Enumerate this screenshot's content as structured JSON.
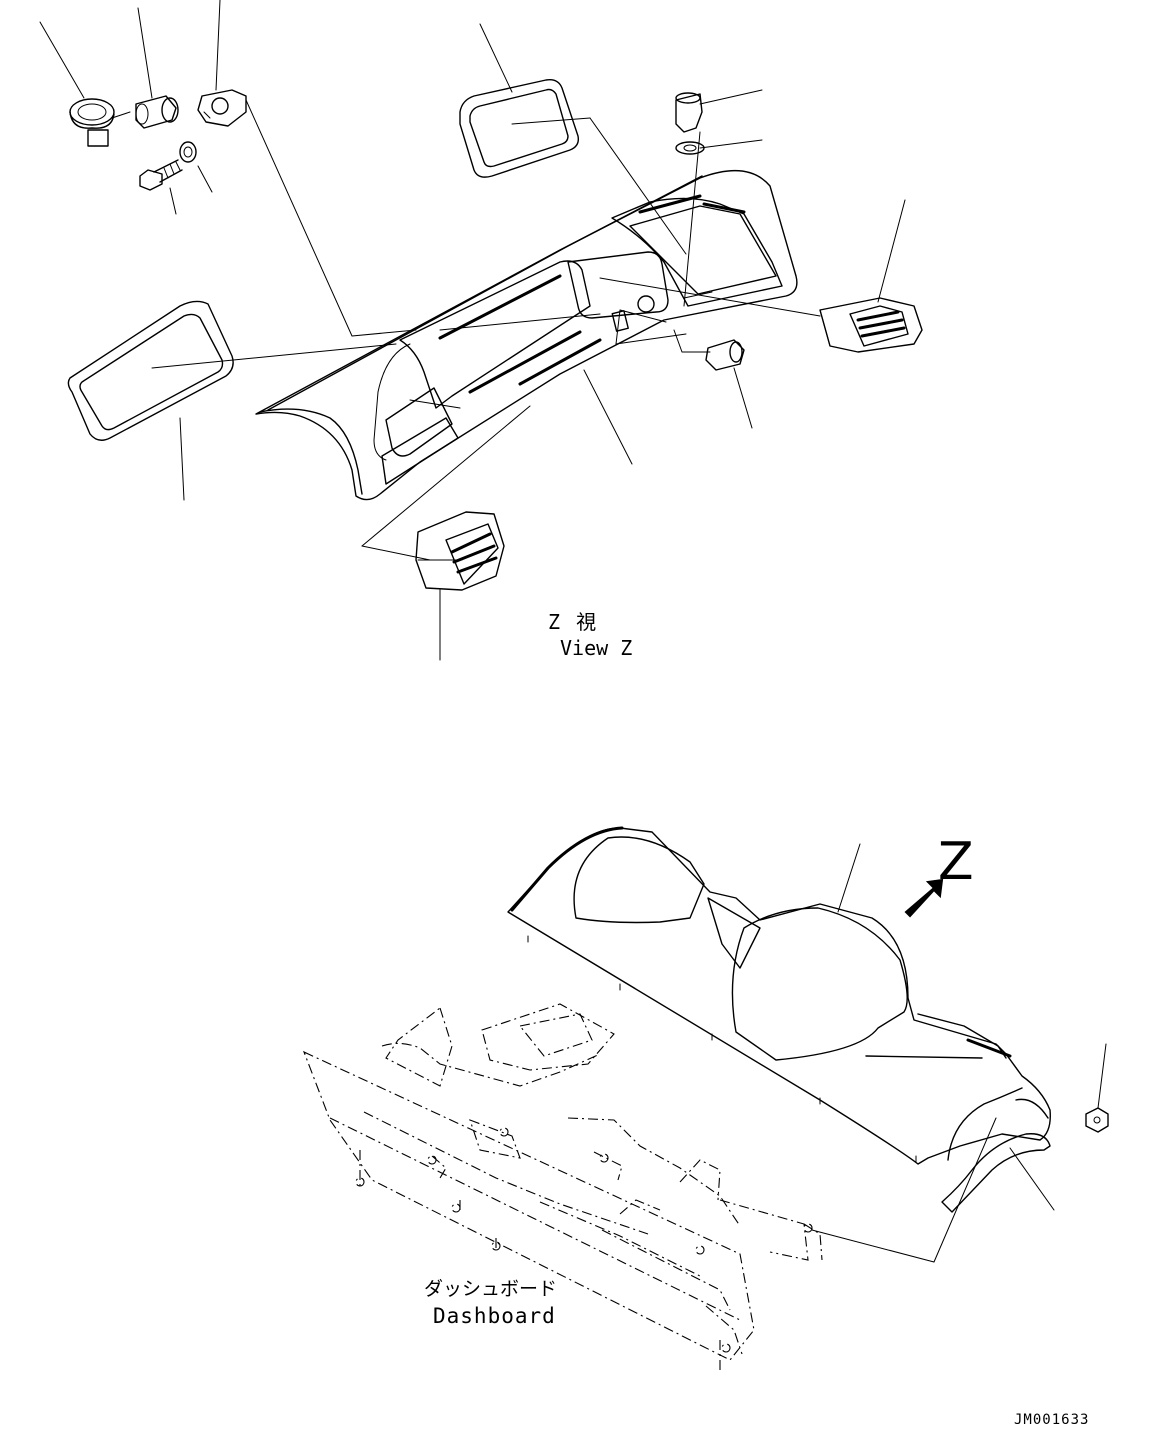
{
  "view": {
    "label_jp": "Z 視",
    "label_en": "View Z"
  },
  "arrow_mark": "Z",
  "dashboard": {
    "label_jp": "ダッシュボード",
    "label_en": "Dashboard"
  },
  "drawing_number": "JM001633"
}
